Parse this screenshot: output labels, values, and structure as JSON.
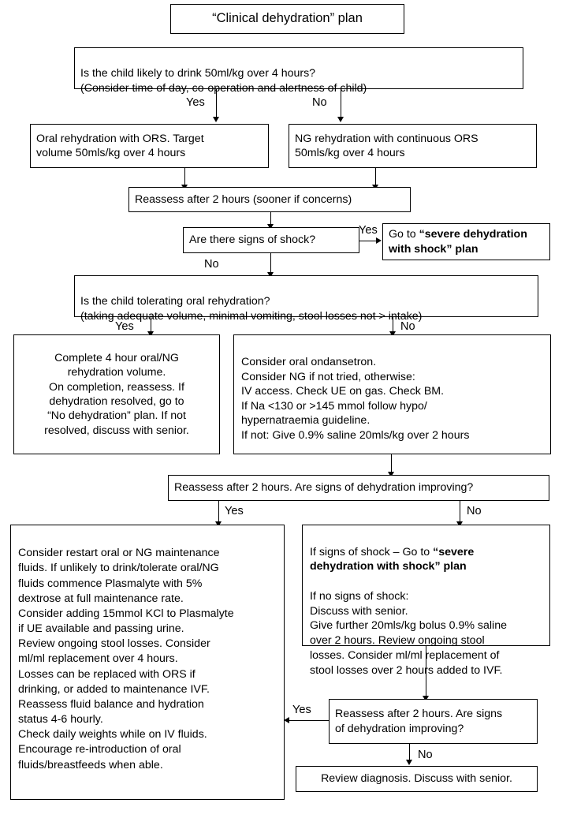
{
  "diagram": {
    "title": "“Clinical dehydration” plan",
    "nodes": {
      "q_drink": "Is the child likely to drink 50ml/kg over 4 hours?\n(Consider time of day, co-operation and alertness of child)",
      "oral_rehydration": "Oral rehydration with ORS. Target\nvolume 50mls/kg over 4 hours",
      "ng_rehydration": "NG rehydration with continuous ORS\n50mls/kg over 4 hours",
      "reassess_2h": "Reassess after 2 hours (sooner if concerns)",
      "q_shock": "Are there signs of shock?",
      "goto_severe_prefix": "Go to ",
      "goto_severe_bold": "“severe dehydration with shock” plan",
      "q_tolerating": "Is the child tolerating oral rehydration?\n(taking adequate volume, minimal vomiting, stool losses not > intake)",
      "complete_4h": "Complete 4 hour oral/NG\nrehydration volume.\nOn completion, reassess. If\ndehydration resolved, go to\n“No dehydration” plan. If not\nresolved, discuss with senior.",
      "consider_ondansetron": "Consider oral ondansetron.\nConsider NG if not tried, otherwise:\nIV access. Check UE on gas. Check BM.\nIf Na <130 or >145 mmol follow hypo/\nhypernatraemia guideline.\nIf not: Give 0.9% saline 20mls/kg over 2 hours",
      "reassess_improving_1": "Reassess after 2 hours. Are signs of dehydration improving?",
      "maintenance_plan": "Consider restart oral or NG maintenance\nfluids. If unlikely to drink/tolerate oral/NG\nfluids commence Plasmalyte with 5%\ndextrose at full maintenance rate.\nConsider adding 15mmol KCl to Plasmalyte\nif UE available and passing urine.\nReview ongoing stool losses.  Consider\nml/ml replacement over 4 hours.\nLosses can be replaced with ORS if\ndrinking, or added to maintenance IVF.\nReassess fluid balance and hydration\nstatus 4-6 hourly.\nCheck daily weights while on IV fluids.\nEncourage re-introduction of oral\nfluids/breastfeeds when able.",
      "shock_branch_line1": "If signs of shock – Go to ",
      "shock_branch_bold": "“severe\ndehydration with shock” plan",
      "shock_branch_rest": "If no signs of shock:\nDiscuss with senior.\nGive further 20mls/kg bolus 0.9% saline\nover 2 hours. Review ongoing stool\nlosses. Consider ml/ml replacement of\nstool losses over 2 hours added to IVF.",
      "reassess_improving_2": "Reassess after 2 hours. Are signs\nof dehydration improving?",
      "review_diagnosis": "Review diagnosis. Discuss with senior."
    },
    "edge_labels": {
      "drink_yes": "Yes",
      "drink_no": "No",
      "shock_yes": "Yes",
      "shock_no": "No",
      "tolerating_yes": "Yes",
      "tolerating_no": "No",
      "improving1_yes": "Yes",
      "improving1_no": "No",
      "improving2_yes": "Yes",
      "improving2_no": "No"
    },
    "colors": {
      "background": "#ffffff",
      "border": "#000000",
      "text": "#000000"
    }
  }
}
